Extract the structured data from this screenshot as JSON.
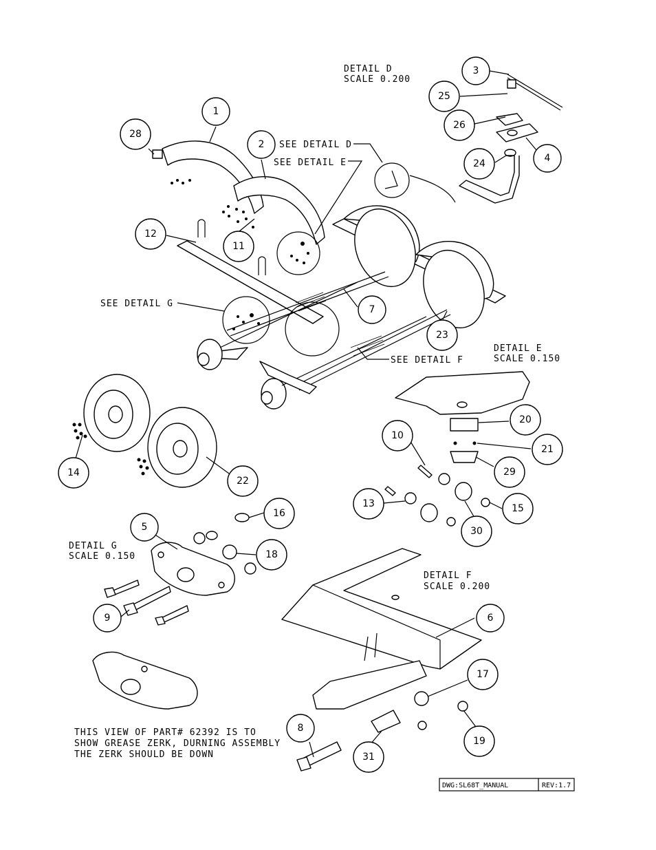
{
  "title_block": {
    "dwg": "DWG:SL68T_MANUAL",
    "rev": "REV:1.7"
  },
  "details": {
    "d_title": "DETAIL  D",
    "d_scale": "SCALE  0.200",
    "e_title": "DETAIL  E",
    "e_scale": "SCALE  0.150",
    "f_title": "DETAIL  F",
    "f_scale": "SCALE  0.200",
    "g_title": "DETAIL  G",
    "g_scale": "SCALE  0.150"
  },
  "callouts": {
    "see_d": "SEE DETAIL  D",
    "see_e": "SEE DETAIL  E",
    "see_f": "SEE DETAIL  F",
    "see_g": "SEE DETAIL  G"
  },
  "note": {
    "line1": "THIS VIEW OF PART# 62392 IS TO",
    "line2": "SHOW GREASE ZERK, DURNING ASSEMBLY",
    "line3": "THE ZERK SHOULD BE DOWN"
  },
  "balloons": {
    "b1": "1",
    "b2": "2",
    "b3": "3",
    "b4": "4",
    "b5": "5",
    "b6": "6",
    "b7": "7",
    "b8": "8",
    "b9": "9",
    "b10": "10",
    "b11": "11",
    "b12": "12",
    "b13": "13",
    "b14": "14",
    "b15": "15",
    "b16": "16",
    "b17": "17",
    "b18": "18",
    "b19": "19",
    "b20": "20",
    "b21": "21",
    "b22": "22",
    "b23": "23",
    "b24": "24",
    "b25": "25",
    "b26": "26",
    "b28": "28",
    "b29": "29",
    "b30": "30",
    "b31": "31"
  }
}
